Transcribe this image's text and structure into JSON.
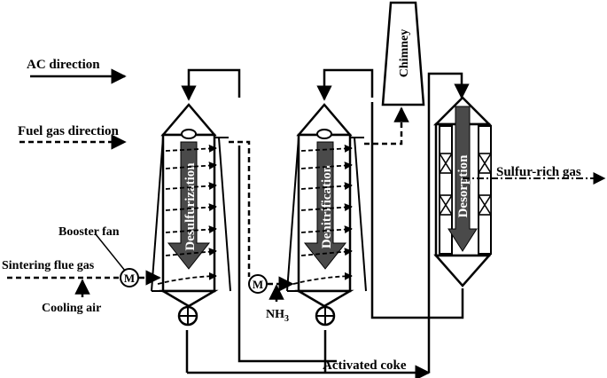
{
  "legend": {
    "ac_direction": "AC direction",
    "fuel_gas_direction": "Fuel gas direction"
  },
  "units": {
    "desulfurization": "Desulfurization",
    "denitrification": "Denitrification",
    "desorption": "Desorption",
    "chimney": "Chimney"
  },
  "labels": {
    "booster_fan": "Booster fan",
    "sintering_flue_gas": "Sintering flue gas",
    "cooling_air": "Cooling air",
    "nh3": "NH",
    "nh3_subscript": "3",
    "sulfur_rich_gas": "Sulfur-rich gas",
    "activated_coke": "Activated coke",
    "motor_symbol": "M"
  }
}
